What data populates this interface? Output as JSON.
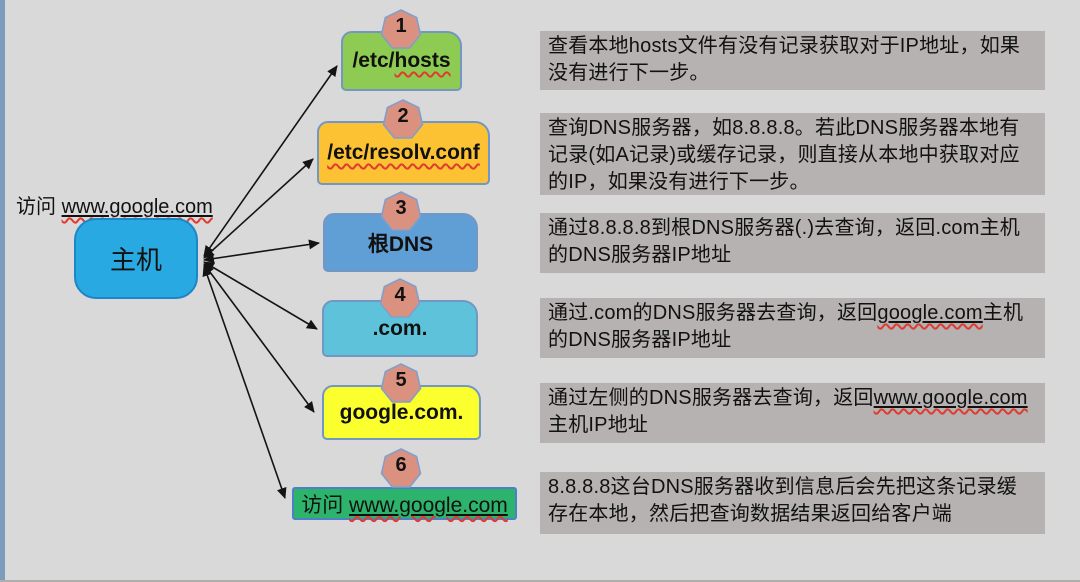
{
  "canvas": {
    "bg": "#d9d9d9",
    "edge_strip_color": "#7d9cbb",
    "arrow_color": "#141414"
  },
  "badge": {
    "fill": "#db9180",
    "border": "#7f9fcc"
  },
  "source": {
    "host_label": "主机",
    "host_color": "#29a9e1",
    "label_parts": [
      {
        "t": "访问 "
      },
      {
        "t": "www.google.com",
        "ul": true,
        "sq": true
      }
    ]
  },
  "steps": [
    {
      "num": "1",
      "color": "#8ecb52",
      "label_parts": [
        {
          "t": "/etc/"
        },
        {
          "t": "hosts",
          "sq": true
        }
      ],
      "desc_parts": [
        {
          "t": "查看本地hosts文件有没有记录获取对于IP地址，如果没有进行下一步。"
        }
      ]
    },
    {
      "num": "2",
      "color": "#fcc233",
      "label_parts": [
        {
          "t": "/etc/resolv.conf",
          "sq": true
        }
      ],
      "desc_parts": [
        {
          "t": "查询DNS服务器，如8.8.8.8。若此DNS服务器本地有记录(如A记录)或缓存记录，则直接从本地中获取对应的IP，如果没有进行下一步。"
        }
      ]
    },
    {
      "num": "3",
      "color": "#5f9fd6",
      "label_parts": [
        {
          "t": "根DNS"
        }
      ],
      "desc_parts": [
        {
          "t": "通过8.8.8.8到根DNS服务器(.)去查询，返回.com主机的DNS服务器IP地址"
        }
      ]
    },
    {
      "num": "4",
      "color": "#5ec3da",
      "label_parts": [
        {
          "t": ".com."
        }
      ],
      "desc_parts": [
        {
          "t": "通过.com的DNS服务器去查询，返回"
        },
        {
          "t": "google.com",
          "ul": true,
          "sq": true
        },
        {
          "t": "主机的DNS服务器IP地址"
        }
      ]
    },
    {
      "num": "5",
      "color": "#fbff2d",
      "label_parts": [
        {
          "t": "google.com."
        }
      ],
      "desc_parts": [
        {
          "t": "通过左侧的DNS服务器去查询，返回"
        },
        {
          "t": "www.google.com",
          "ul": true,
          "sq": true
        },
        {
          "t": "主机IP地址"
        }
      ]
    },
    {
      "num": "6",
      "color": "#2cb46c",
      "label_parts": [
        {
          "t": "访问 "
        },
        {
          "t": "www.google.com",
          "ul": true,
          "sq": true
        }
      ],
      "desc_parts": [
        {
          "t": "8.8.8.8这台DNS服务器收到信息后会先把这条记录缓存在本地，然后把查询数据结果返回给客户端"
        }
      ]
    }
  ]
}
